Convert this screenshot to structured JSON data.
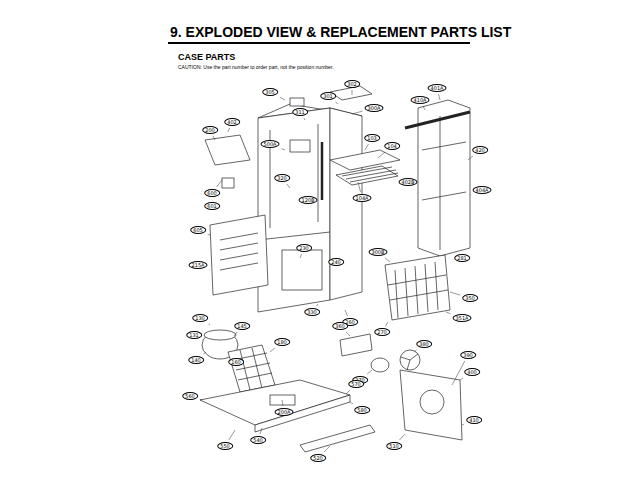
{
  "diagram": {
    "title": "9. EXPLODED VIEW & REPLACEMENT PARTS LIST",
    "labels": [
      "CASE PARTS",
      "CAUTION: Use the part number to order part, not the position number.",
      "302",
      "301",
      "305",
      "300A",
      "311",
      "401A",
      "410A",
      "402",
      "200",
      "500A",
      "320",
      "103",
      "104",
      "104A",
      "120B",
      "402B",
      "420",
      "404A",
      "600",
      "601",
      "605",
      "215A",
      "230",
      "240",
      "300B",
      "281",
      "350",
      "351A",
      "330",
      "260",
      "270",
      "130",
      "131",
      "140",
      "145",
      "160",
      "180",
      "200A",
      "360",
      "370",
      "380",
      "390",
      "400",
      "410",
      "510",
      "520",
      "540",
      "550",
      "560",
      "570",
      "580"
    ]
  }
}
